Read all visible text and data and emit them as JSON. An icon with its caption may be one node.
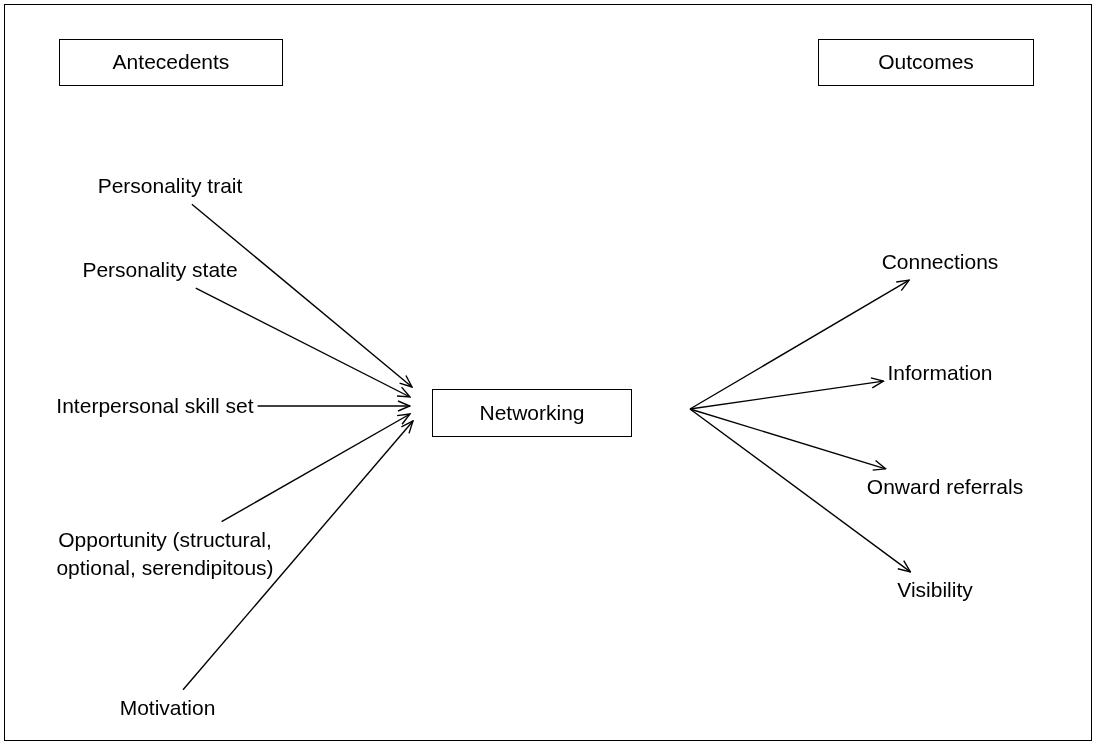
{
  "diagram": {
    "nodes": [
      {
        "text": [
          "Antecedents"
        ]
      },
      {
        "text": [
          "Outcomes"
        ]
      },
      {
        "text": [
          "Personality trait"
        ]
      },
      {
        "text": [
          "Personality state"
        ]
      },
      {
        "text": [
          "Interpersonal skill set"
        ]
      },
      {
        "text": [
          "Opportunity (structural, optional, serendipitous)"
        ]
      },
      {
        "text": [
          "Motivation"
        ]
      },
      {
        "text": [
          "Networking"
        ]
      },
      {
        "text": [
          "Connections"
        ]
      },
      {
        "text": [
          "Information"
        ]
      },
      {
        "text": [
          "Onward referrals"
        ]
      },
      {
        "text": [
          "Visibility"
        ]
      }
    ],
    "edges": [
      {
        "from": 2,
        "to": 7,
        "arrow": "to"
      },
      {
        "from": 3,
        "to": 7,
        "arrow": "to"
      },
      {
        "from": 4,
        "to": 7,
        "arrow": "to"
      },
      {
        "from": 5,
        "to": 7,
        "arrow": "to"
      },
      {
        "from": 6,
        "to": 7,
        "arrow": "to"
      },
      {
        "from": 7,
        "to": 8,
        "arrow": "to"
      },
      {
        "from": 7,
        "to": 9,
        "arrow": "to"
      },
      {
        "from": 7,
        "to": 10,
        "arrow": "to"
      },
      {
        "from": 7,
        "to": 11,
        "arrow": "to"
      }
    ]
  }
}
